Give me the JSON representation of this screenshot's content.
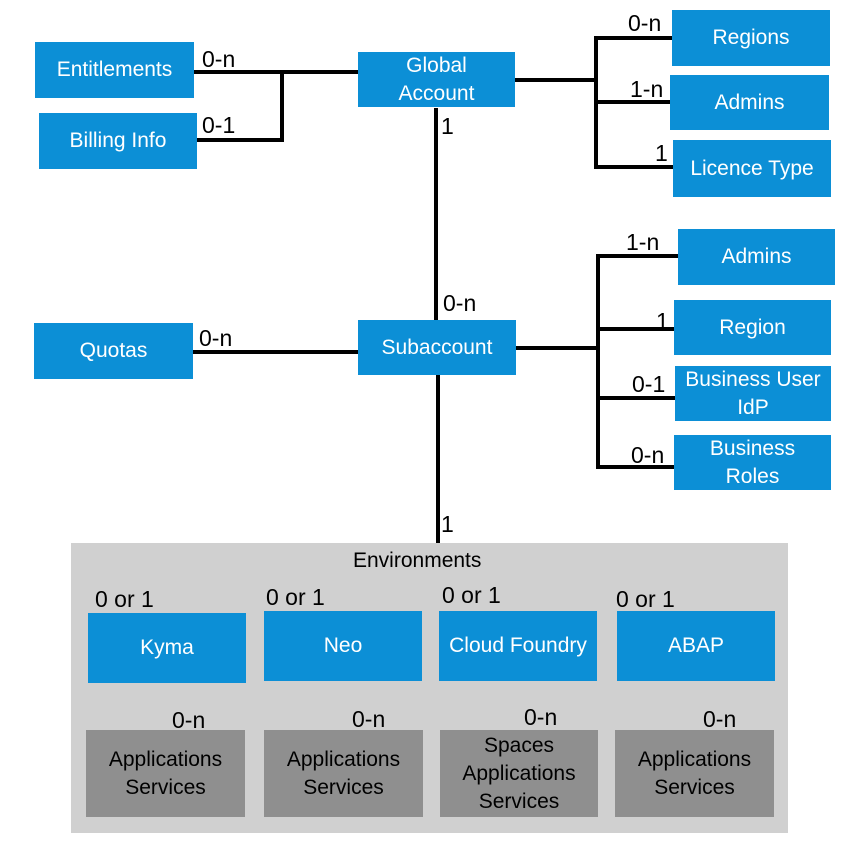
{
  "colors": {
    "box": "#0C8FD6",
    "sub_box": "#8F8F8F",
    "panel": "#D0D0D0",
    "line": "#000000"
  },
  "boxes": {
    "entitlements": "Entitlements",
    "billing_info": "Billing  Info",
    "global_account": "Global\nAccount",
    "regions": "Regions",
    "admins_global": "Admins",
    "licence_type": "Licence Type",
    "quotas": "Quotas",
    "subaccount": "Subaccount",
    "admins_sub": "Admins",
    "region": "Region",
    "business_user_idp": "Business User\nIdP",
    "business_roles": "Business\nRoles"
  },
  "cardinalities": {
    "entitlements": "0-n",
    "billing_info": "0-1",
    "regions": "0-n",
    "admins_global": "1-n",
    "licence_type": "1",
    "global_to_sub_top": "1",
    "global_to_sub_bottom": "0-n",
    "quotas": "0-n",
    "admins_sub": "1-n",
    "region": "1",
    "business_user_idp": "0-1",
    "business_roles": "0-n",
    "sub_to_env": "1"
  },
  "environments": {
    "title": "Environments",
    "items": [
      {
        "cardinality": "0 or 1",
        "name": "Kyma",
        "child_cardinality": "0-n",
        "child": "Applications\nServices"
      },
      {
        "cardinality": "0 or 1",
        "name": "Neo",
        "child_cardinality": "0-n",
        "child": "Applications\nServices"
      },
      {
        "cardinality": "0 or 1",
        "name": "Cloud  Foundry",
        "child_cardinality": "0-n",
        "child": "Spaces\nApplications\nServices"
      },
      {
        "cardinality": "0 or 1",
        "name": "ABAP",
        "child_cardinality": "0-n",
        "child": "Applications\nServices"
      }
    ]
  }
}
